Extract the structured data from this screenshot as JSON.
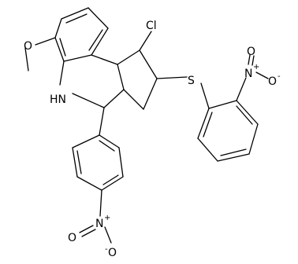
{
  "molecule": {
    "atom_labels": {
      "cl": "Cl",
      "s": "S",
      "o_methoxy": "O",
      "nh": "HN",
      "n_top": "N",
      "n_top_plus": "+",
      "o_top_double": "O",
      "o_top_single": "O",
      "o_top_minus": "-",
      "n_bottom": "N",
      "n_bottom_plus": "+",
      "o_bottom_double": "O",
      "o_bottom_single": "O",
      "o_bottom_minus": "-"
    }
  }
}
